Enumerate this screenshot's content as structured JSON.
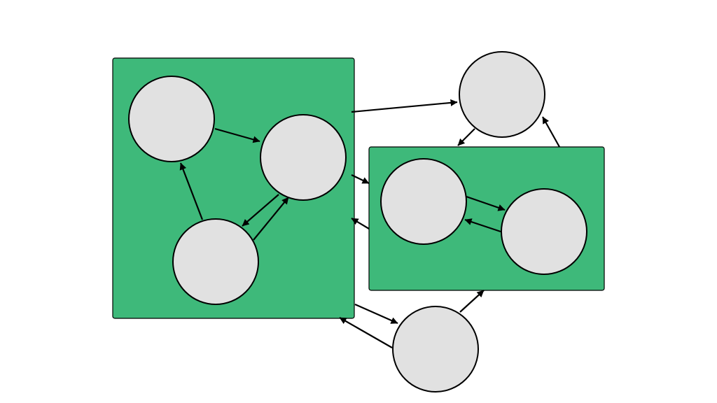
{
  "diagram": {
    "title": "",
    "colors": {
      "background": "#ffffff",
      "group_fill": "#3eb97a",
      "node_fill": "#e1e1e1",
      "stroke": "#000000"
    },
    "groups": [
      {
        "id": "group-left",
        "label": ""
      },
      {
        "id": "group-right",
        "label": ""
      }
    ],
    "nodes": [
      {
        "id": "node-a",
        "group": "group-left",
        "label": ""
      },
      {
        "id": "node-b",
        "group": "group-left",
        "label": ""
      },
      {
        "id": "node-c",
        "group": "group-left",
        "label": ""
      },
      {
        "id": "node-d",
        "group": "group-right",
        "label": ""
      },
      {
        "id": "node-e",
        "group": "group-right",
        "label": ""
      },
      {
        "id": "node-f",
        "group": "",
        "label": ""
      },
      {
        "id": "node-g",
        "group": "",
        "label": ""
      }
    ],
    "edges": [
      {
        "from": "node-a",
        "to": "node-b"
      },
      {
        "from": "node-c",
        "to": "node-a"
      },
      {
        "from": "node-b",
        "to": "node-c"
      },
      {
        "from": "node-c",
        "to": "node-b"
      },
      {
        "from": "node-d",
        "to": "node-e"
      },
      {
        "from": "node-e",
        "to": "node-d"
      },
      {
        "from": "group-left",
        "to": "node-f"
      },
      {
        "from": "node-f",
        "to": "group-right"
      },
      {
        "from": "group-right",
        "to": "node-f"
      },
      {
        "from": "group-left",
        "to": "group-right"
      },
      {
        "from": "group-right",
        "to": "group-left"
      },
      {
        "from": "group-left",
        "to": "node-g"
      },
      {
        "from": "node-g",
        "to": "group-left"
      },
      {
        "from": "node-g",
        "to": "group-right"
      }
    ]
  }
}
